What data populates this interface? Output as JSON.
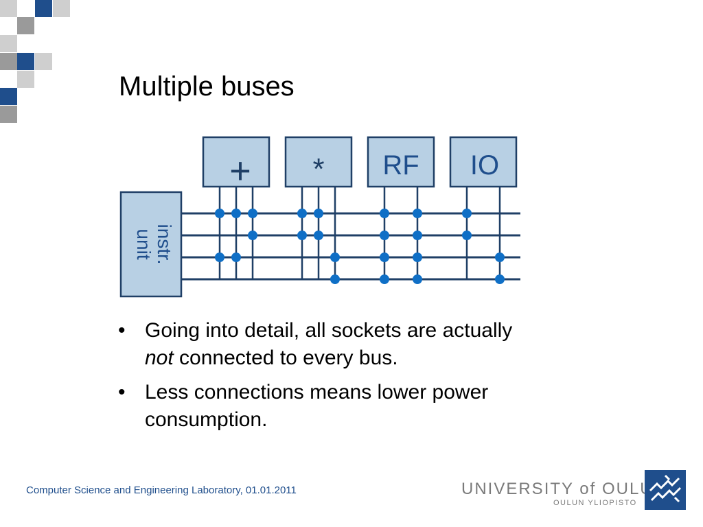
{
  "slide": {
    "title": "Multiple buses",
    "bullets": [
      {
        "pre": "",
        "em": "",
        "text": "Going into detail, all sockets are actually "
      },
      {
        "pre": "",
        "em": "not",
        "text": " connected to every bus."
      },
      {
        "pre": "",
        "em": "",
        "text": "Less connections means lower power consumption."
      }
    ],
    "bullet_glyph": "•",
    "line1": "Going into detail, all sockets are actually",
    "line1_em": "not",
    "line1_rest": " connected to every bus.",
    "line2": "Less connections means lower power consumption."
  },
  "diagram": {
    "units": [
      "+",
      "*",
      "RF",
      "IO"
    ],
    "instr_unit": [
      "instr.",
      "unit"
    ],
    "unit_fill": "#b8d0e4",
    "line_color": "#1f3f66",
    "dot_color": "#0f6fc6"
  },
  "footer": {
    "lab": "Computer Science and Engineering Laboratory, 01.01.2011",
    "university": "UNIVERSITY of OULU",
    "university_sub": "OULUN YLIOPISTO"
  },
  "colors": {
    "brand_blue": "#1f4e8c",
    "gray": "#9a9a9a",
    "light_gray": "#cfcfcf"
  }
}
